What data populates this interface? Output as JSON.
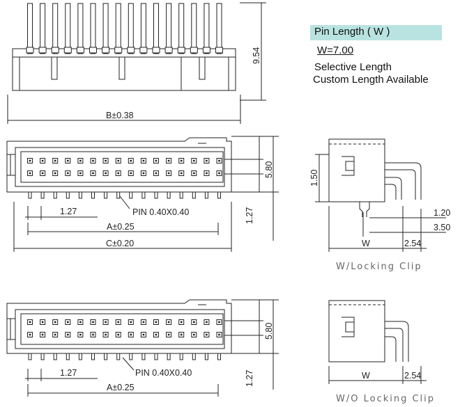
{
  "spec": {
    "title": "Pin Length ( W )",
    "w_value": "W=7.00",
    "note1": "Selective Length",
    "note2": "Custom Length Available"
  },
  "labels": {
    "height_954": "9.54",
    "b_dim": "B±0.38",
    "h_580_top": "5.80",
    "h_127_top": "1.27",
    "pitch_top": "1.27",
    "pin_top": "PIN  0.40X0.40",
    "a_top": "A±0.25",
    "c_top": "C±0.20",
    "side_150": "1.50",
    "side_120": "1.20",
    "side_350": "3.50",
    "side_w_top": "W",
    "side_254_top": "2.54",
    "caption_top": "W/Locking Clip",
    "h_580_bot": "5.80",
    "h_127_bot": "1.27",
    "pitch_bot": "1.27",
    "pin_bot": "PIN  0.40X0.40",
    "a_bot": "A±0.25",
    "side_w_bot": "W",
    "side_254_bot": "2.54",
    "caption_bot": "W/O Locking Clip"
  }
}
